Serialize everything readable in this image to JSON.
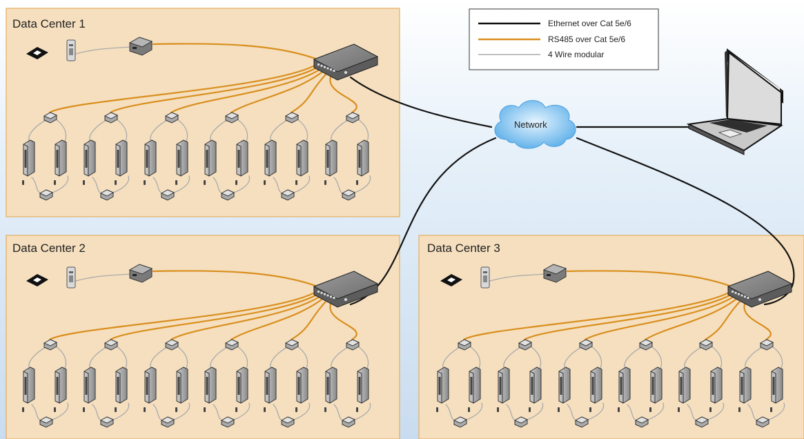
{
  "legend": {
    "items": [
      {
        "label": "Ethernet over Cat 5e/6",
        "color": "#111111"
      },
      {
        "label": "RS485 over Cat 5e/6",
        "color": "#d98e1c"
      },
      {
        "label": "4 Wire modular",
        "color": "#aaaaaa"
      }
    ]
  },
  "network": {
    "label": "Network"
  },
  "data_centers": [
    {
      "label": "Data Center 1"
    },
    {
      "label": "Data Center 2"
    },
    {
      "label": "Data Center 3"
    }
  ],
  "colors": {
    "zone_fill": "#f5dfbf",
    "zone_border": "#e3a246",
    "ethernet": "#111111",
    "rs485": "#d98e1c",
    "four_wire": "#aaaaaa",
    "cloud": "#7fbfef"
  },
  "icons": [
    "keycard-icon",
    "card-reader-icon",
    "controller-box-icon",
    "network-hub-icon",
    "adapter-icon",
    "cabinet-icon",
    "sensor-icon",
    "laptop-icon",
    "cloud-icon"
  ]
}
